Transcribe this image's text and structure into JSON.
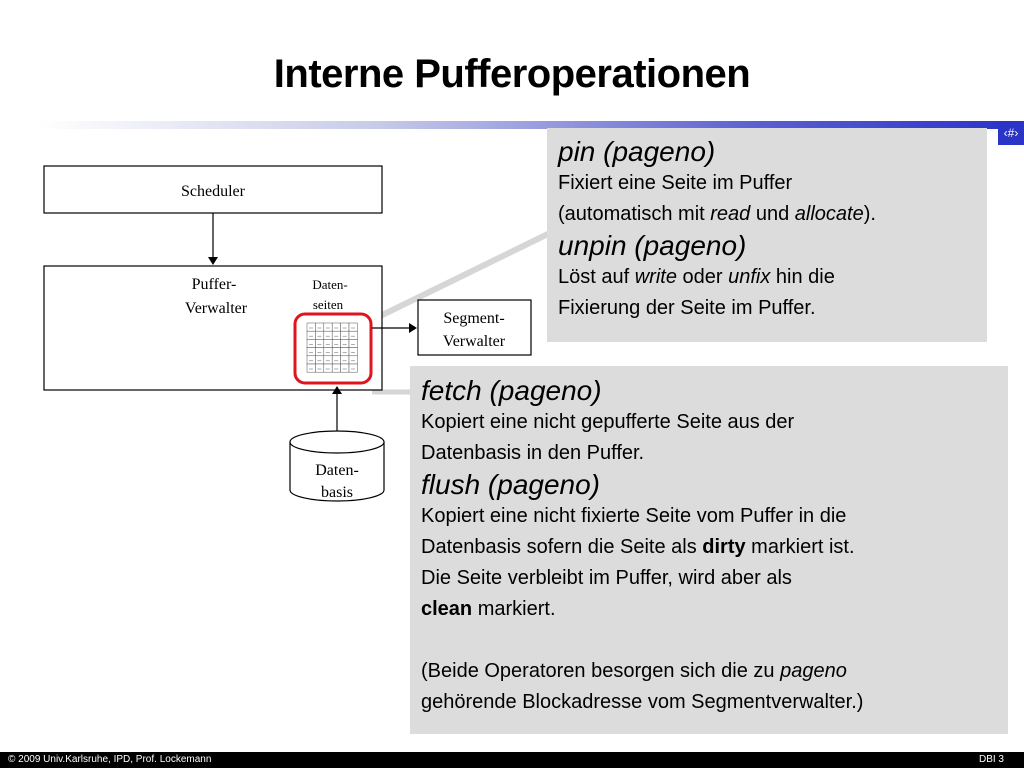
{
  "slide": {
    "title": "Interne Pufferoperationen",
    "page_badge": "‹#›"
  },
  "diagram": {
    "scheduler_label": "Scheduler",
    "buffer_manager_label_1": "Puffer-",
    "buffer_manager_label_2": "Verwalter",
    "data_pages_label_1": "Daten-",
    "data_pages_label_2": "seiten",
    "segment_manager_label_1": "Segment-",
    "segment_manager_label_2": "Verwalter",
    "database_label_1": "Daten-",
    "database_label_2": "basis",
    "highlight_color": "#e0141e"
  },
  "pin_panel": {
    "pin_title": "pin (pageno)",
    "pin_line1": "Fixiert eine Seite im Puffer",
    "pin_line2_a": "(automatisch mit ",
    "pin_line2_read": "read",
    "pin_line2_b": " und ",
    "pin_line2_allocate": "allocate",
    "pin_line2_c": ").",
    "unpin_title": "unpin (pageno)",
    "unpin_line1_a": "Löst auf ",
    "unpin_line1_write": "write",
    "unpin_line1_b": " oder ",
    "unpin_line1_unfix": "unfix",
    "unpin_line1_c": " hin die",
    "unpin_line2": "Fixierung der Seite im Puffer."
  },
  "fetch_panel": {
    "fetch_title": "fetch (pageno)",
    "fetch_line1": "Kopiert eine nicht gepufferte Seite aus der",
    "fetch_line2": "Datenbasis in den Puffer.",
    "flush_title": "flush (pageno)",
    "flush_line1": "Kopiert eine nicht fixierte Seite vom Puffer in die",
    "flush_line2_a": "Datenbasis sofern die Seite als ",
    "flush_line2_dirty": "dirty",
    "flush_line2_b": " markiert ist.",
    "flush_line3": "Die Seite verbleibt im Puffer, wird aber als",
    "flush_line4_clean": "clean",
    "flush_line4_b": " markiert.",
    "note_line1_a": "(Beide Operatoren besorgen sich die zu ",
    "note_line1_pageno": "pageno",
    "note_line2": "gehörende Blockadresse vom Segmentverwalter.)"
  },
  "footer": {
    "left_text": "© 2009 Univ.Karlsruhe, IPD, Prof. Lockemann",
    "right_text": "DBI 3"
  }
}
